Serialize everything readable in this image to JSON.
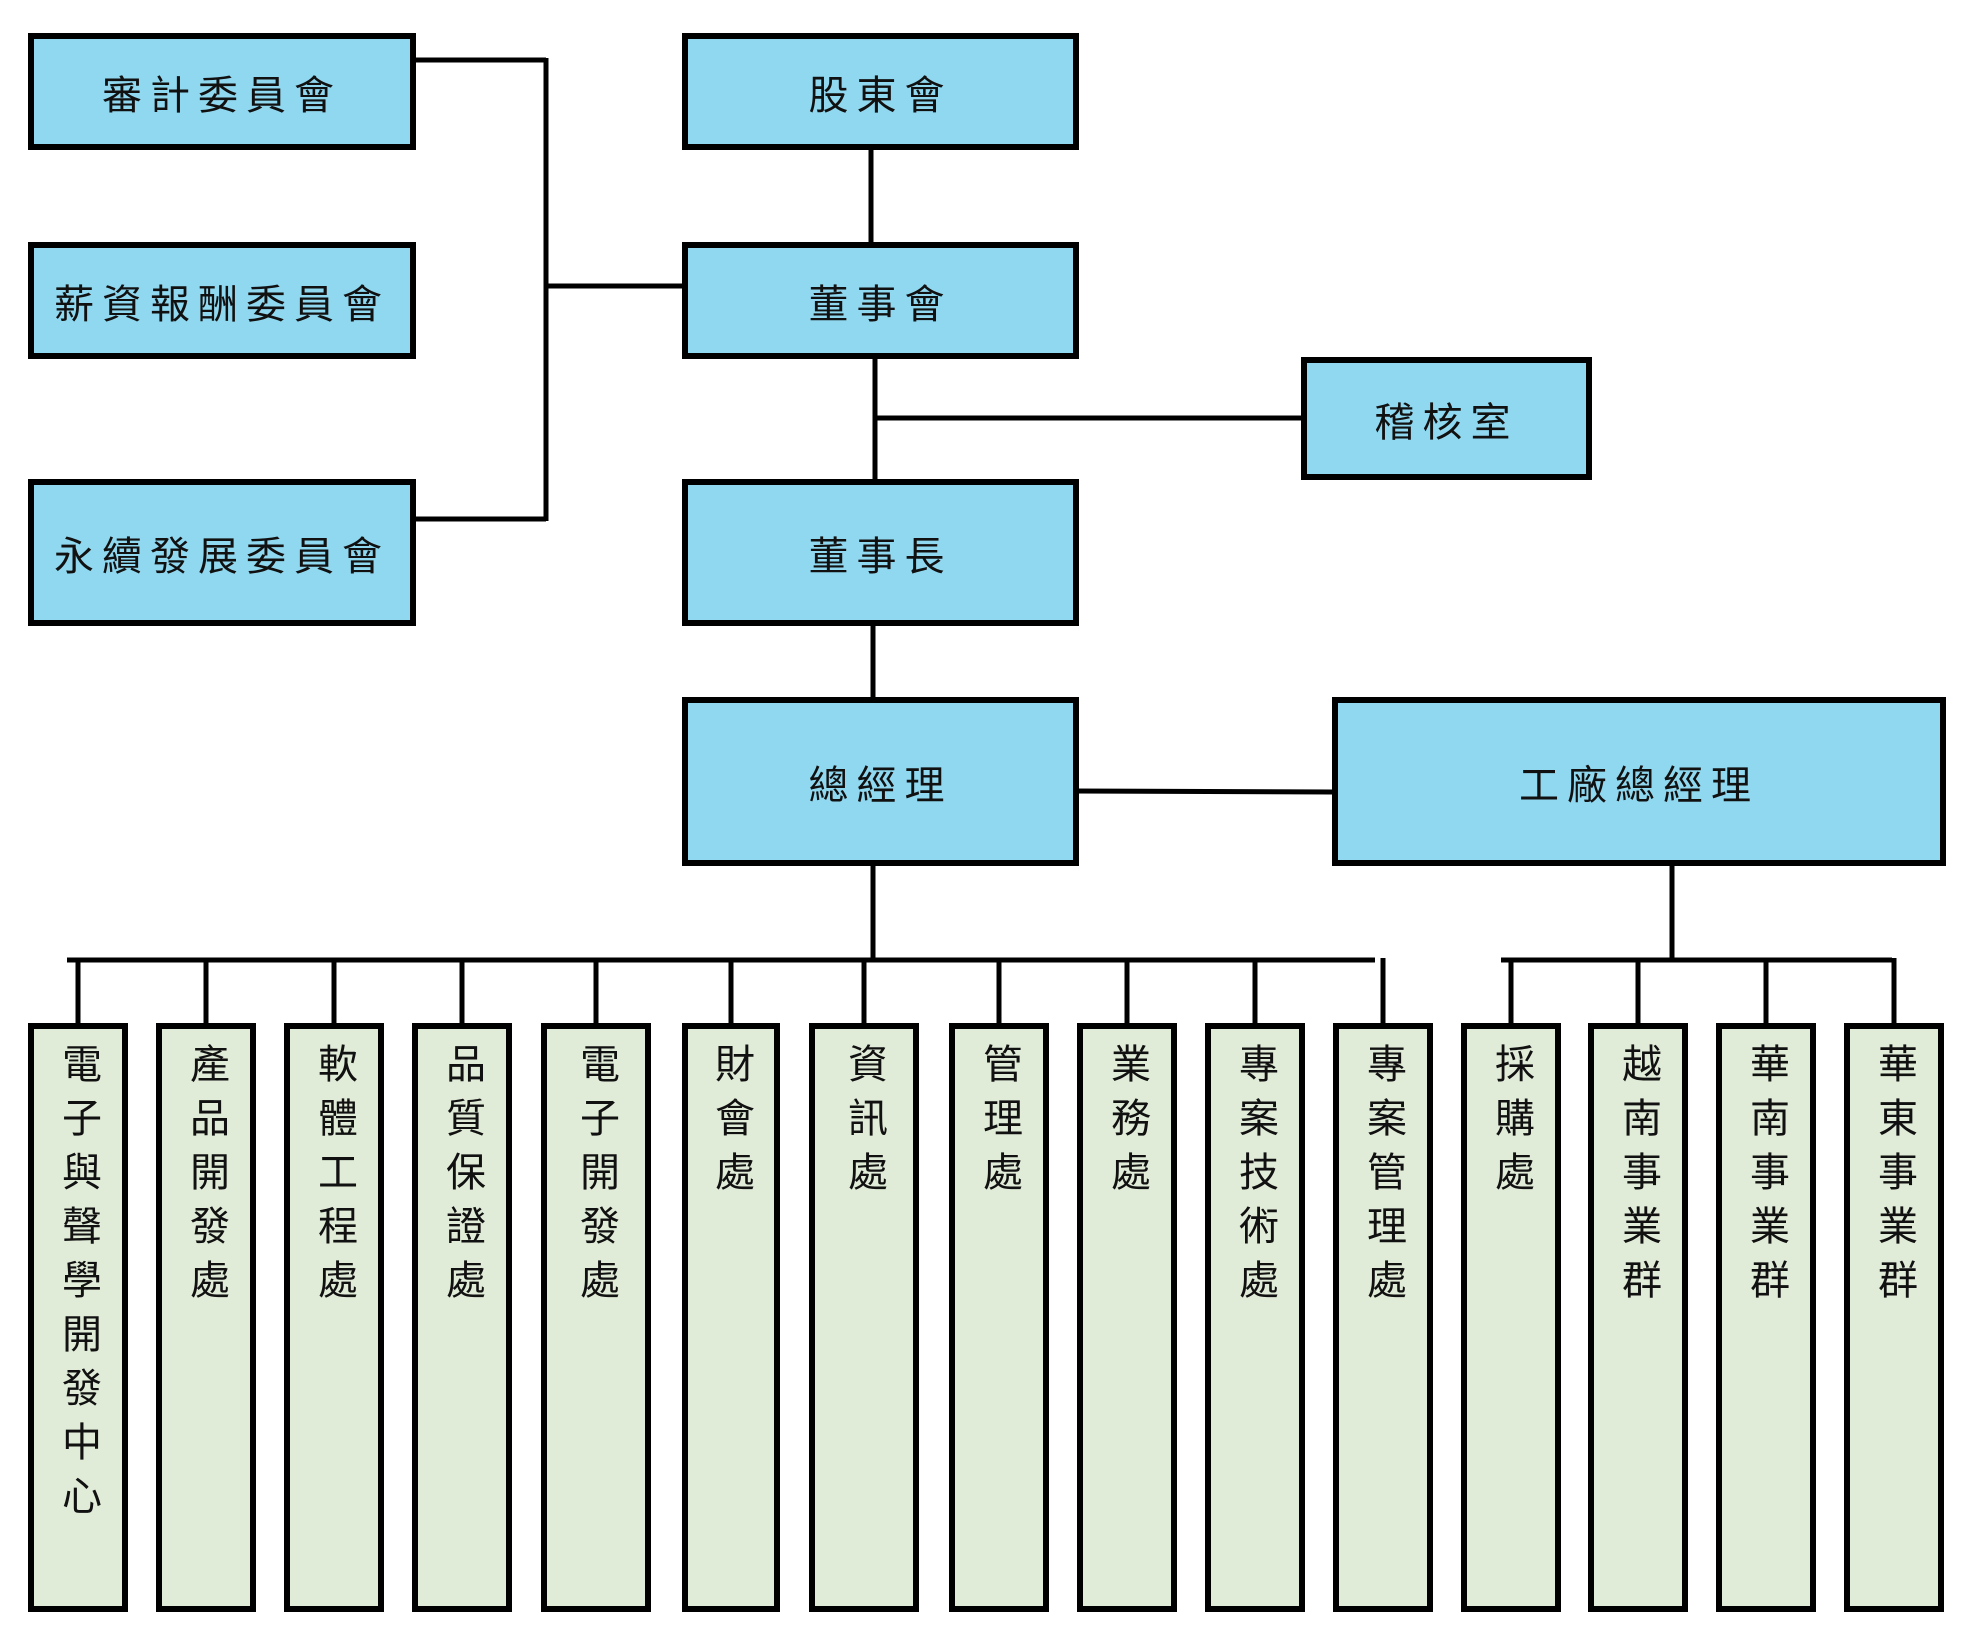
{
  "committees": [
    {
      "label": "審計委員會"
    },
    {
      "label": "薪資報酬委員會"
    },
    {
      "label": "永續發展委員會"
    }
  ],
  "main_chain": {
    "shareholders": "股東會",
    "board": "董事會",
    "audit_office": "稽核室",
    "chairman": "董事長",
    "president": "總經理",
    "plant_president": "工廠總經理"
  },
  "president_departments": [
    {
      "label": "電子與聲學開發中心"
    },
    {
      "label": "產品開發處"
    },
    {
      "label": "軟體工程處"
    },
    {
      "label": "品質保證處"
    },
    {
      "label": "電子開發處"
    },
    {
      "label": "財會處"
    },
    {
      "label": "資訊處"
    },
    {
      "label": "管理處"
    },
    {
      "label": "業務處"
    },
    {
      "label": "專案技術處"
    },
    {
      "label": "專案管理處"
    }
  ],
  "plant_departments": [
    {
      "label": "採購處"
    },
    {
      "label": "越南事業群"
    },
    {
      "label": "華南事業群"
    },
    {
      "label": "華東事業群"
    }
  ],
  "colors": {
    "upper_box": "#90d8f0",
    "department_box": "#e0ecd8",
    "border": "#000000"
  }
}
